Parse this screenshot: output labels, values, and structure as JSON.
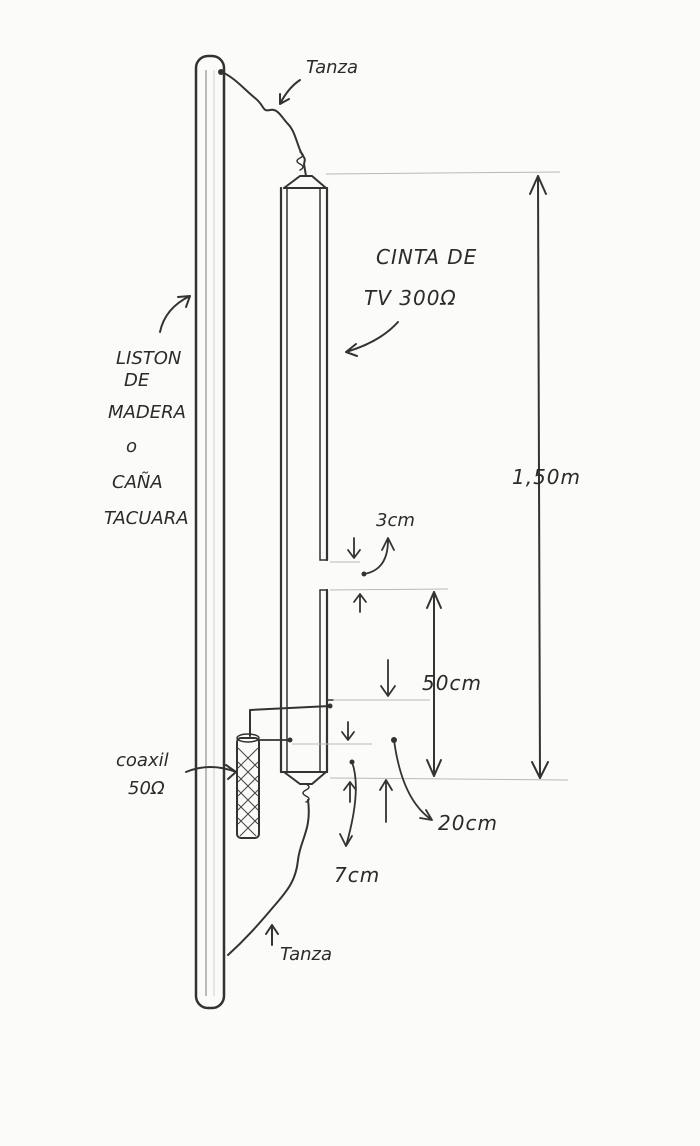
{
  "labels": {
    "tanza_top": "Tanza",
    "cinta_line1": "CINTA DE",
    "cinta_line2": "TV 300Ω",
    "liston_line1": "LISTON",
    "liston_line2": "DE",
    "liston_line3": "MADERA",
    "liston_line4": "o",
    "liston_line5": "CAÑA",
    "liston_line6": "TACUARA",
    "total_length": "1,50m",
    "gap": "3cm",
    "section": "50cm",
    "coax_line1": "coaxil",
    "coax_line2": "50Ω",
    "feed": "20cm",
    "offset": "7cm",
    "tanza_bottom": "Tanza"
  },
  "colors": {
    "ink": "#333333",
    "paper": "#fbfbf9",
    "guide": "#b9b9b9"
  }
}
